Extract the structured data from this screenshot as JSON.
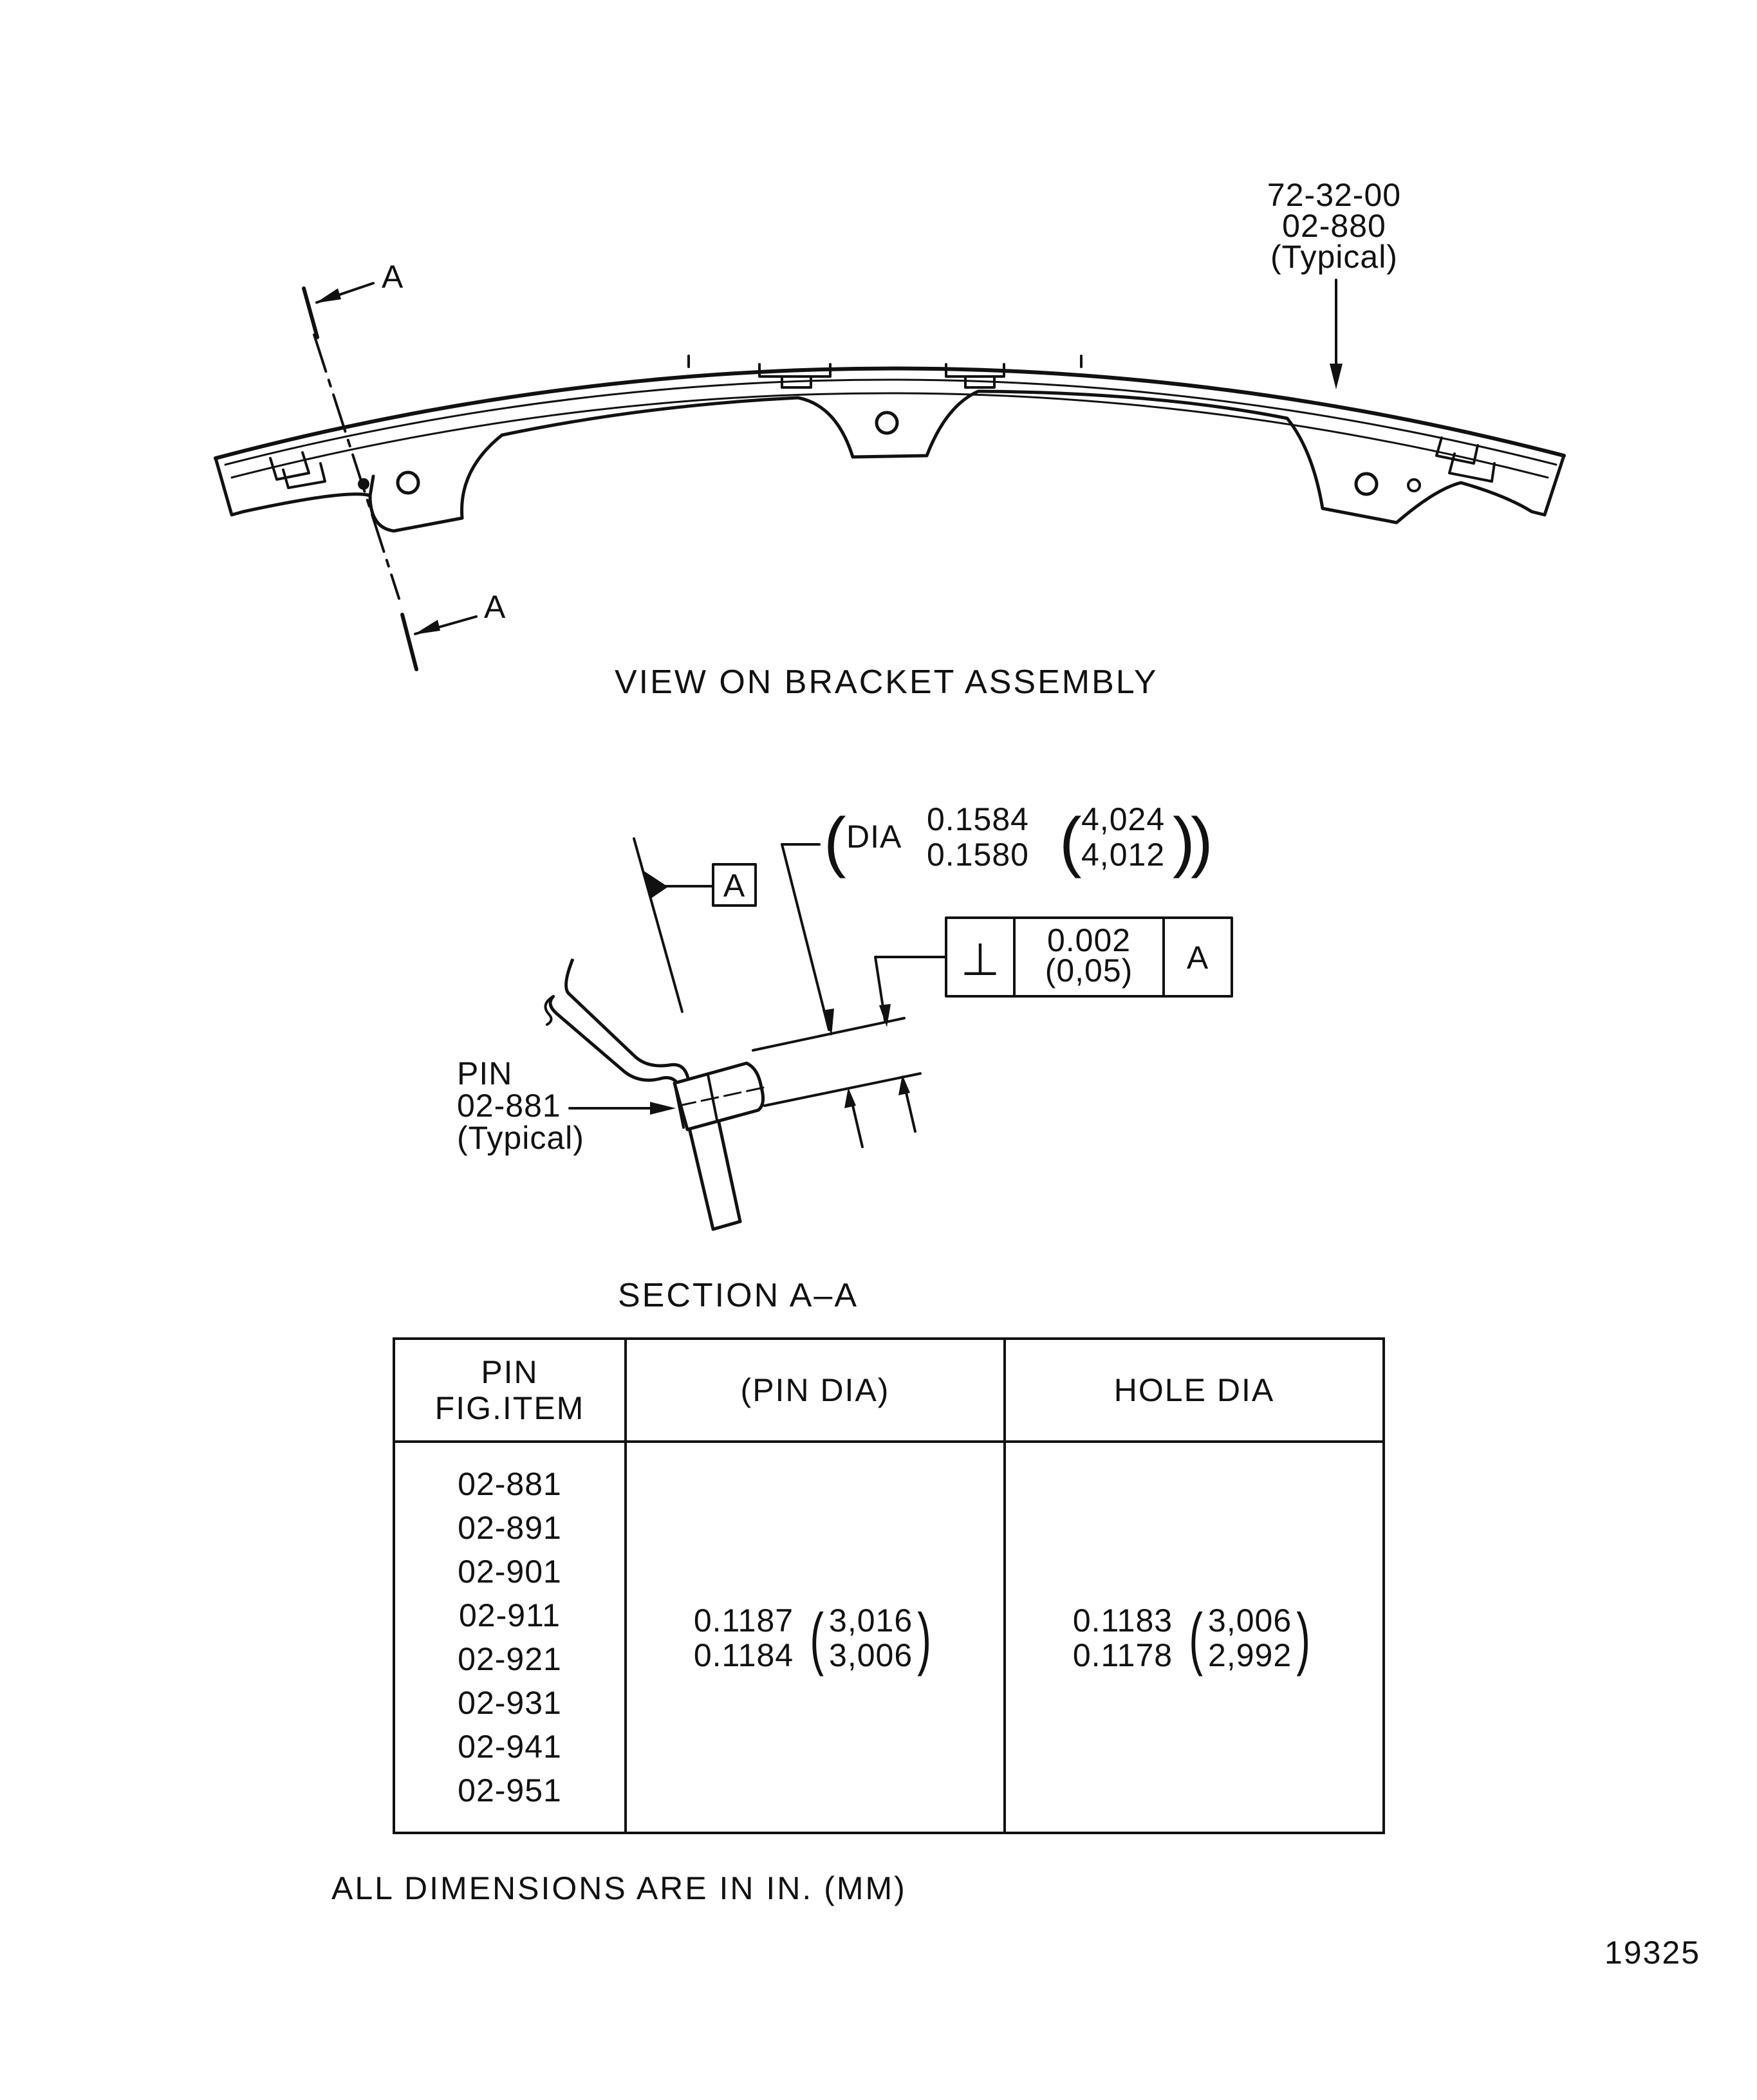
{
  "views": {
    "bracket_assembly": {
      "caption": "VIEW ON BRACKET ASSEMBLY",
      "callout": {
        "line1": "72-32-00",
        "line2": "02-880",
        "line3": "(Typical)"
      },
      "section_marks": [
        "A",
        "A"
      ]
    },
    "section_aa": {
      "caption": "SECTION A–A",
      "datum_label": "A",
      "dia_callout": {
        "prefix": "DIA",
        "max_in": "0.1584",
        "min_in": "0.1580",
        "max_mm": "4,024",
        "min_mm": "4,012"
      },
      "tolerance_frame": {
        "symbol": "⊥",
        "value_in": "0.002",
        "value_mm": "(0,05)",
        "datum": "A"
      },
      "pin_label": {
        "line1": "PIN",
        "line2": "02-881",
        "line3": "(Typical)"
      }
    }
  },
  "table": {
    "headers": {
      "col1_line1": "PIN",
      "col1_line2": "FIG.ITEM",
      "col2": "(PIN DIA)",
      "col3": "HOLE DIA"
    },
    "items": [
      "02-881",
      "02-891",
      "02-901",
      "02-911",
      "02-921",
      "02-931",
      "02-941",
      "02-951"
    ],
    "pin_dia": {
      "max_in": "0.1187",
      "min_in": "0.1184",
      "max_mm": "3,016",
      "min_mm": "3,006"
    },
    "hole_dia": {
      "max_in": "0.1183",
      "min_in": "0.1178",
      "max_mm": "3,006",
      "min_mm": "2,992"
    }
  },
  "note": "ALL DIMENSIONS ARE IN IN. (MM)",
  "figure_number": "19325"
}
